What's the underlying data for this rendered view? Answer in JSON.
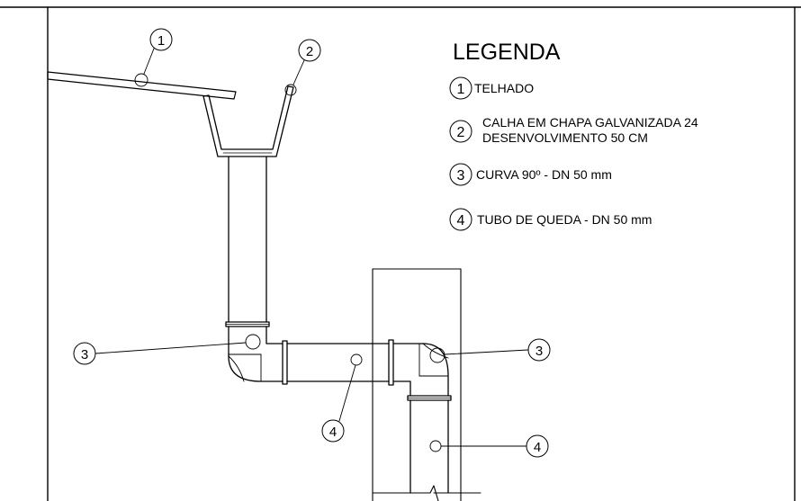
{
  "legend": {
    "title": "LEGENDA",
    "items": [
      {
        "number": "1",
        "text": [
          "TELHADO"
        ]
      },
      {
        "number": "2",
        "text": [
          "CALHA EM CHAPA GALVANIZADA 24",
          "DESENVOLVIMENTO 50 CM"
        ]
      },
      {
        "number": "3",
        "text": [
          "CURVA 90º - DN 50 mm"
        ]
      },
      {
        "number": "4",
        "text": [
          "TUBO DE QUEDA - DN 50 mm"
        ]
      }
    ]
  },
  "callouts": {
    "roof": "1",
    "gutter": "2",
    "elbow_left": "3",
    "elbow_right": "3",
    "pipe_horizontal": "4",
    "pipe_vertical": "4"
  }
}
